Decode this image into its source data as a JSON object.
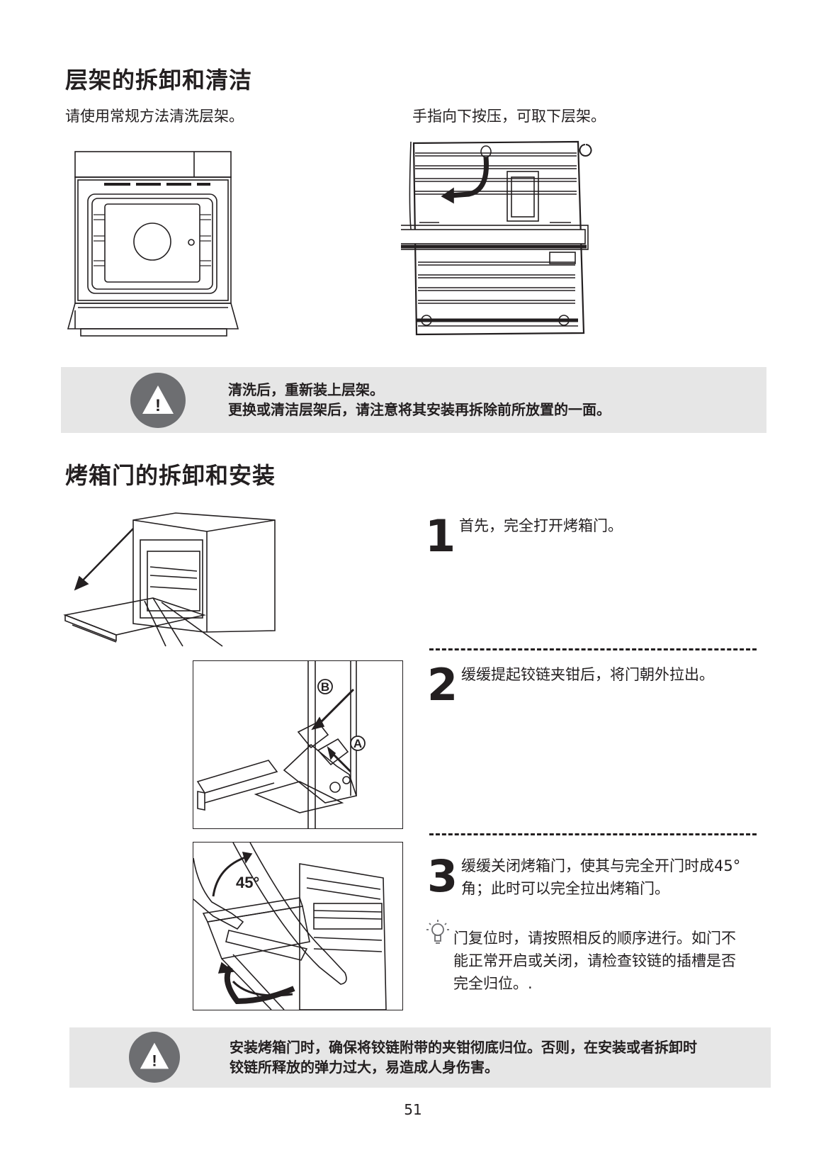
{
  "section1": {
    "title": "层架的拆卸和清洁",
    "left_caption": "请使用常规方法清洗层架。",
    "right_caption": "手指向下按压，可取下层架。"
  },
  "warning1": {
    "line1": "清洗后，重新装上层架。",
    "line2": "更换或清洁层架后，请注意将其安装再拆除前所放置的一面。"
  },
  "section2": {
    "title": "烤箱门的拆卸和安装"
  },
  "steps": [
    {
      "num": "1",
      "text": "首先，完全打开烤箱门。"
    },
    {
      "num": "2",
      "text": "缓缓提起铰链夹钳后，将门朝外拉出。"
    },
    {
      "num": "3",
      "line1": "缓缓关闭烤箱门，使其与完全开门时成45°",
      "line2": "角；此时可以完全拉出烤箱门。"
    }
  ],
  "figure_labels": {
    "hinge_b": "B",
    "hinge_a": "A",
    "angle": "45°"
  },
  "tip": {
    "icon": "lightbulb-icon",
    "line1": "门复位时，请按照相反的顺序进行。如门不",
    "line2": "能正常开启或关闭，请检查铰链的插槽是否",
    "line3": "完全归位。."
  },
  "warning2": {
    "line1": "安装烤箱门时，确保将铰链附带的夹钳彻底归位。否则，在安装或者拆卸时",
    "line2": "铰链所释放的弹力过大，易造成人身伤害。"
  },
  "page_number": "51",
  "colors": {
    "warning_bg": "#e6e6e6",
    "icon_bg": "#6d6e71",
    "text": "#231f20"
  }
}
